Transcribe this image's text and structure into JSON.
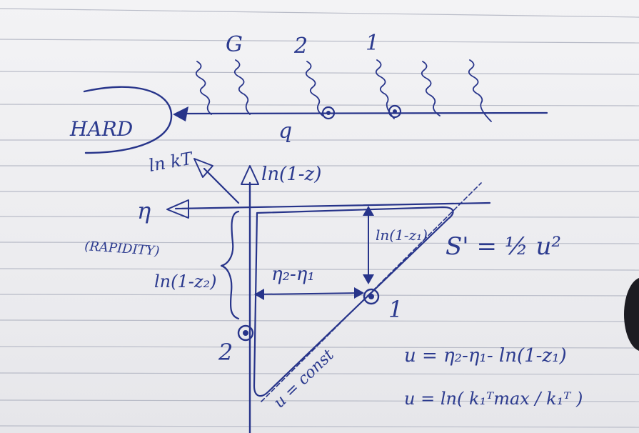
{
  "ink_color": "#27348a",
  "paper_color": "#efeff2",
  "rule_color": "#b9bcc8",
  "labels": {
    "hard": "HARD",
    "gluon_g": "G",
    "gluon_2": "2",
    "gluon_1": "1",
    "quark": "q",
    "kt_axis": "ln kT",
    "z_axis": "ln(1-z)",
    "eta": "η",
    "rapidity": "(RAPIDITY)",
    "ln_1_z2": "ln(1-z₂)",
    "ln_1_z1": "ln(1-z₁)",
    "eta_diff": "η₂-η₁",
    "point_1": "1",
    "point_2": "2",
    "u_const": "u = const",
    "s_formula": "S' = ½ u²",
    "u_formula_1": "u = η₂-η₁- ln(1-z₁)",
    "u_formula_2": "u = ln( k₁ᵀmax / k₁ᵀ )"
  }
}
